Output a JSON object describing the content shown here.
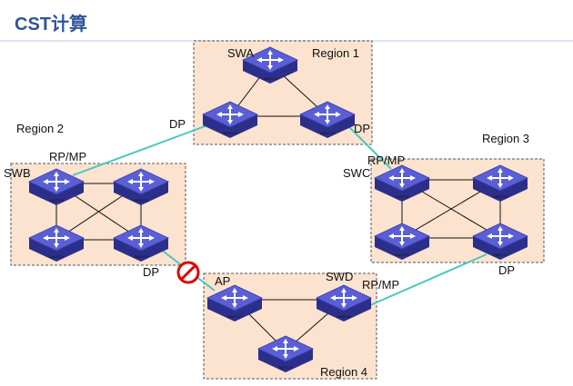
{
  "title": "CST计算",
  "colors": {
    "region_fill": "#fbe3cf",
    "region_border": "#555555",
    "inter_link": "#4bc7bf",
    "intra_link": "#111111",
    "block_mark": "#e00000",
    "switch_top": "#5a5fd6",
    "switch_side": "#2c2f8a",
    "title": "#2f5597"
  },
  "icons": {
    "switch": "network-switch-icon",
    "blocked": "blocked-port-icon"
  },
  "regions": [
    {
      "id": "r1",
      "label": "Region 1"
    },
    {
      "id": "r2",
      "label": "Region 2"
    },
    {
      "id": "r3",
      "label": "Region 3"
    },
    {
      "id": "r4",
      "label": "Region 4"
    }
  ],
  "switch_label": "SWITCH",
  "labels": {
    "swa": "SWA",
    "swb": "SWB",
    "swc": "SWC",
    "swd": "SWD",
    "r1_dp_left": "DP",
    "r1_dp_right": "DP",
    "r2_rpmp": "RP/MP",
    "r2_dp": "DP",
    "r3_rpmp": "RP/MP",
    "r3_dp": "DP",
    "r4_ap": "AP",
    "r4_rpmp": "RP/MP"
  }
}
